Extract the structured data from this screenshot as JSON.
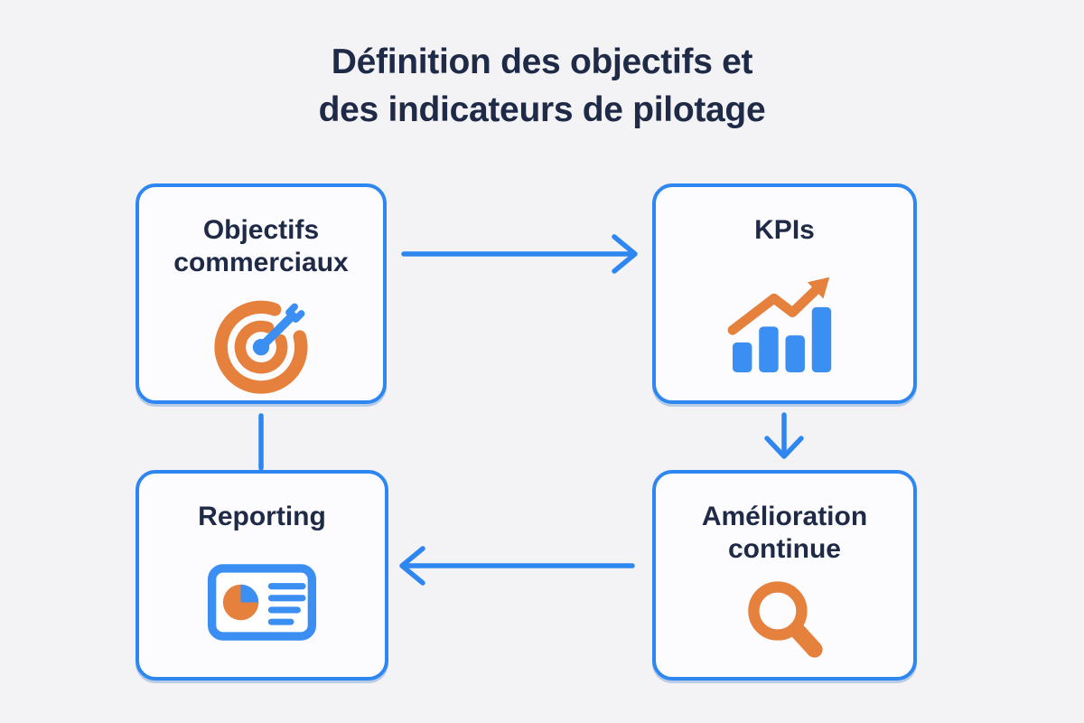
{
  "title": {
    "line1": "Définition des objectifs et",
    "line2": "des indicateurs de pilotage"
  },
  "nodes": [
    {
      "label": "Objectifs commerciaux",
      "icon": "target-icon"
    },
    {
      "label": "KPIs",
      "icon": "bar-chart-icon"
    },
    {
      "label": "Amélioration continue",
      "icon": "magnifier-icon"
    },
    {
      "label": "Reporting",
      "icon": "report-icon"
    }
  ],
  "flow": [
    {
      "from": "Objectifs commerciaux",
      "to": "KPIs",
      "connector": "arrow-right"
    },
    {
      "from": "KPIs",
      "to": "Amélioration continue",
      "connector": "arrow-down"
    },
    {
      "from": "Amélioration continue",
      "to": "Reporting",
      "connector": "arrow-left"
    },
    {
      "from": "Reporting",
      "to": "Objectifs commerciaux",
      "connector": "plain-line-up"
    }
  ],
  "chart_data": {
    "type": "bar",
    "note": "decorative KPI icon bars",
    "values": [
      34,
      52,
      40,
      74
    ]
  },
  "colors": {
    "blue": "#2E86F0",
    "icon_blue": "#3B8EF2",
    "orange": "#E5813C",
    "navy": "#1F2A47",
    "page_bg": "#F3F3F5",
    "box_bg": "#FCFCFE"
  }
}
